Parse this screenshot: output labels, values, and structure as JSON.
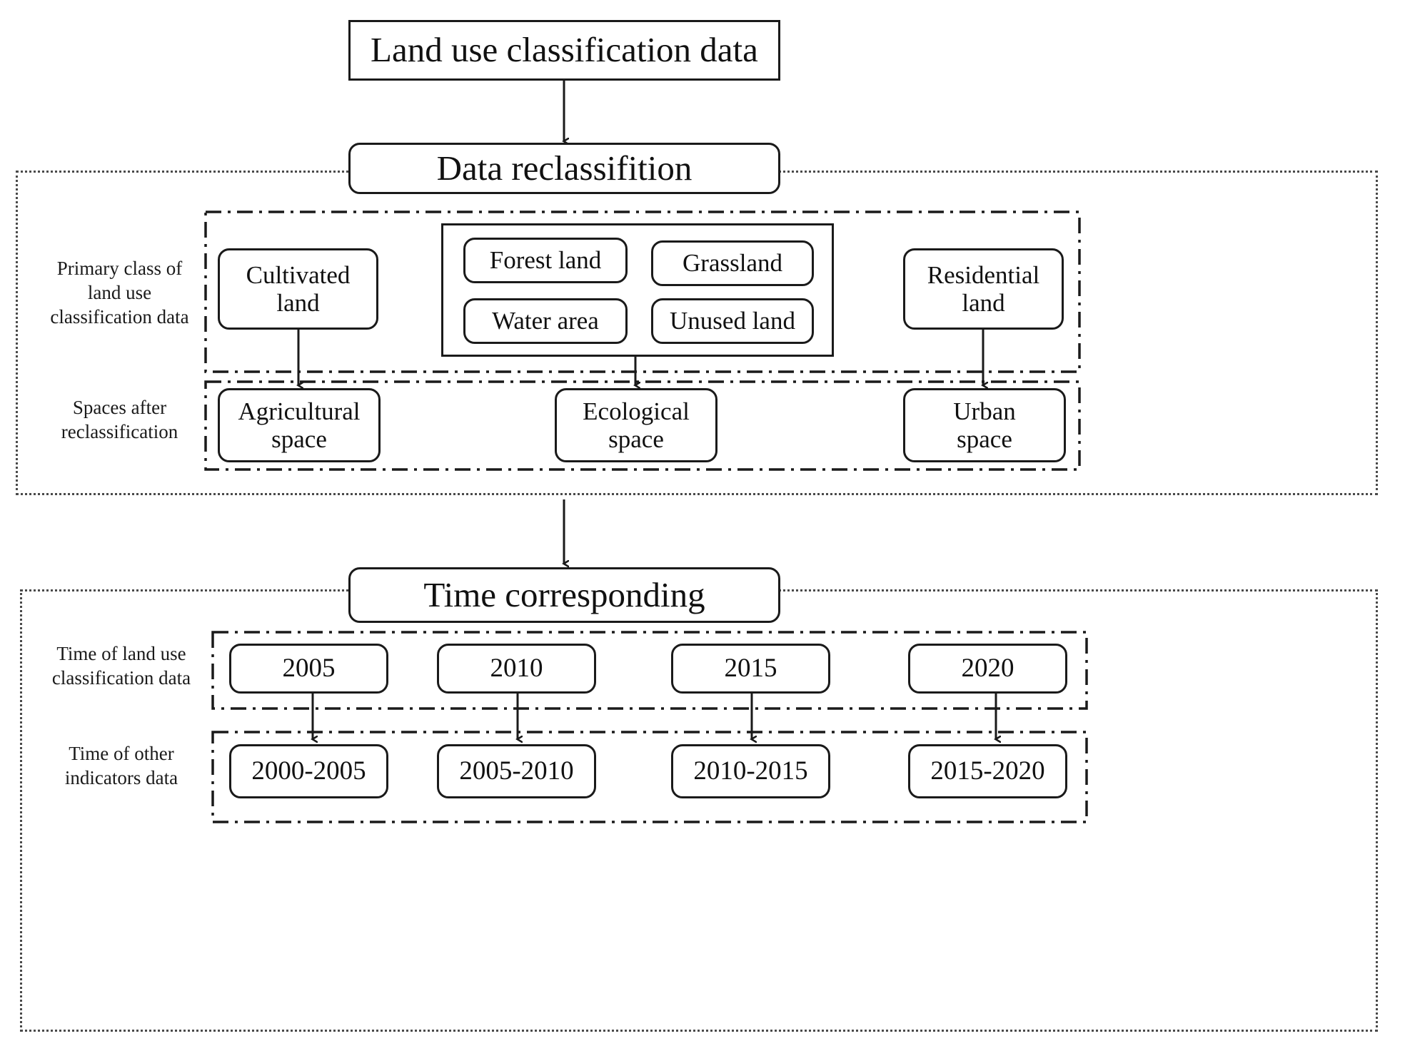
{
  "diagram": {
    "title_node": "Land use classification data",
    "process_nodes": {
      "reclassification": "Data reclassifition",
      "time_corresponding": "Time corresponding"
    },
    "section_top": {
      "row_labels": {
        "primary_class": "Primary class of\nland use\nclassification data",
        "spaces_after": "Spaces after\nreclassification"
      },
      "primary_classes": {
        "agricultural_source": "Cultivated\nland",
        "ecological_sources": [
          "Forest land",
          "Grassland",
          "Water area",
          "Unused land"
        ],
        "urban_source": "Residential\nland"
      },
      "reclassified_spaces": [
        "Agricultural\nspace",
        "Ecological\nspace",
        "Urban\nspace"
      ]
    },
    "section_bottom": {
      "row_labels": {
        "time_of_landuse": "Time of  land use\nclassification data",
        "time_of_other": "Time of  other\nindicators data"
      },
      "landuse_years": [
        "2005",
        "2010",
        "2015",
        "2020"
      ],
      "indicator_periods": [
        "2000-2005",
        "2005-2010",
        "2010-2015",
        "2015-2020"
      ]
    },
    "colors": {
      "stroke": "#1a1a1a",
      "frame_stroke": "#4a4a4a",
      "background": "#ffffff"
    }
  }
}
